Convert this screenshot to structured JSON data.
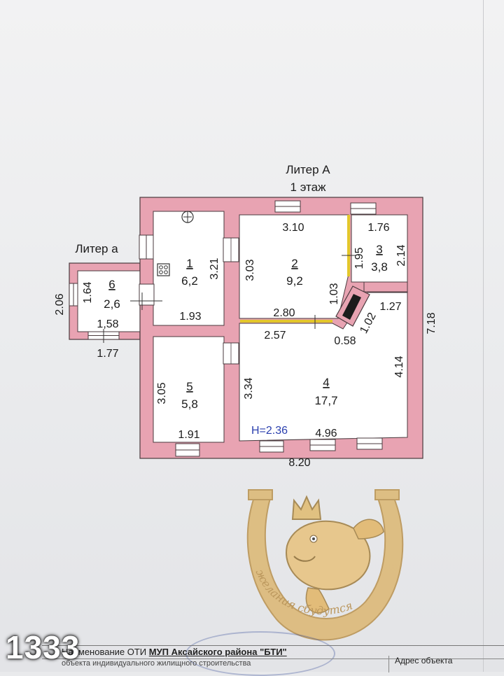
{
  "plan": {
    "building_label": "Литер А",
    "floor_label": "1 этаж",
    "annex_label": "Литер а",
    "height_label": "H=2.36",
    "rooms": [
      {
        "number": "1",
        "area": "6,2"
      },
      {
        "number": "2",
        "area": "9,2"
      },
      {
        "number": "3",
        "area": "3,8"
      },
      {
        "number": "4",
        "area": "17,7"
      },
      {
        "number": "5",
        "area": "5,8"
      },
      {
        "number": "6",
        "area": "2,6"
      }
    ],
    "dimensions": {
      "d_3_10": "3.10",
      "d_1_76": "1.76",
      "d_1_95": "1.95",
      "d_2_14": "2.14",
      "d_3_21": "3.21",
      "d_3_03": "3.03",
      "d_1_03": "1.03",
      "d_2_80": "2.80",
      "d_2_57": "2.57",
      "d_1_27": "1.27",
      "d_1_02": "1.02",
      "d_0_58": "0.58",
      "d_7_18": "7.18",
      "d_4_14": "4.14",
      "d_1_93": "1.93",
      "d_3_05": "3.05",
      "d_3_34": "3.34",
      "d_1_91": "1.91",
      "d_4_96": "4.96",
      "d_8_20": "8.20",
      "d_2_06": "2.06",
      "d_1_64": "1.64",
      "d_1_58": "1,58",
      "d_1_77": "1.77"
    }
  },
  "page_number": "1333",
  "stamp_table": {
    "org_prefix": "Наименование ОТИ",
    "org_name": "МУП Аксайского района \"БТИ\"",
    "purpose": "объекта индивидуального жилищного строительства",
    "address_header": "Адрес объекта"
  },
  "watermark": {
    "text": "желания сбудутся"
  },
  "colors": {
    "wall_fill": "#e8a3b2",
    "wall_stroke": "#4a3a3e",
    "partition_yellow": "#e3c72a",
    "height_blue": "#2a3fae",
    "watermark_gold": "#d9b36a"
  }
}
